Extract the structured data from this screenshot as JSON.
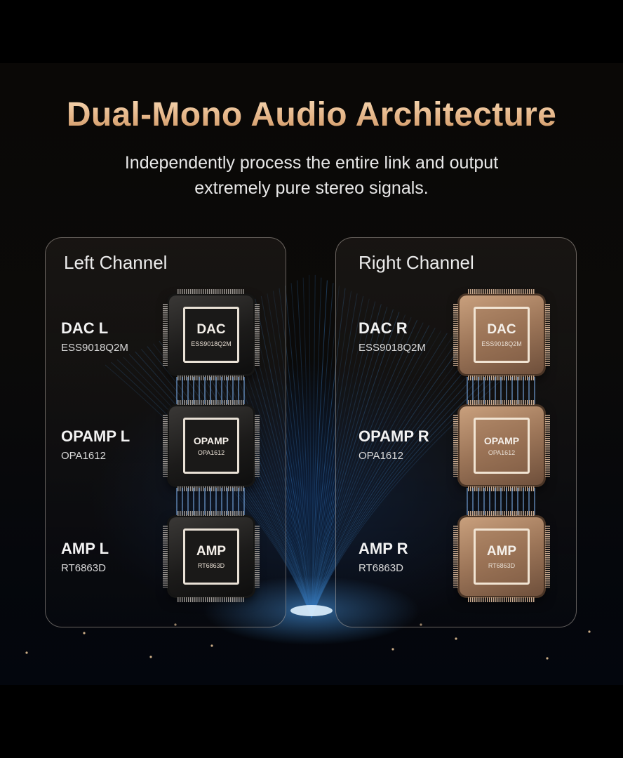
{
  "title": "Dual-Mono Audio Architecture",
  "subtitle_line1": "Independently process the entire link and output",
  "subtitle_line2": "extremely pure stereo signals.",
  "colors": {
    "title_gold": "#e3b183",
    "chip_dark": "#1c1b1a",
    "chip_gold": "#9c7558",
    "glow_blue": "#50aaff"
  },
  "left": {
    "title": "Left Channel",
    "rows": [
      {
        "name": "DAC L",
        "part": "ESS9018Q2M",
        "chip_label": "DAC",
        "chip_part": "ESS9018Q2M"
      },
      {
        "name": "OPAMP L",
        "part": "OPA1612",
        "chip_label": "OPAMP",
        "chip_part": "OPA1612"
      },
      {
        "name": "AMP L",
        "part": "RT6863D",
        "chip_label": "AMP",
        "chip_part": "RT6863D"
      }
    ]
  },
  "right": {
    "title": "Right Channel",
    "rows": [
      {
        "name": "DAC R",
        "part": "ESS9018Q2M",
        "chip_label": "DAC",
        "chip_part": "ESS9018Q2M"
      },
      {
        "name": "OPAMP R",
        "part": "OPA1612",
        "chip_label": "OPAMP",
        "chip_part": "OPA1612"
      },
      {
        "name": "AMP R",
        "part": "RT6863D",
        "chip_label": "AMP",
        "chip_part": "RT6863D"
      }
    ]
  }
}
